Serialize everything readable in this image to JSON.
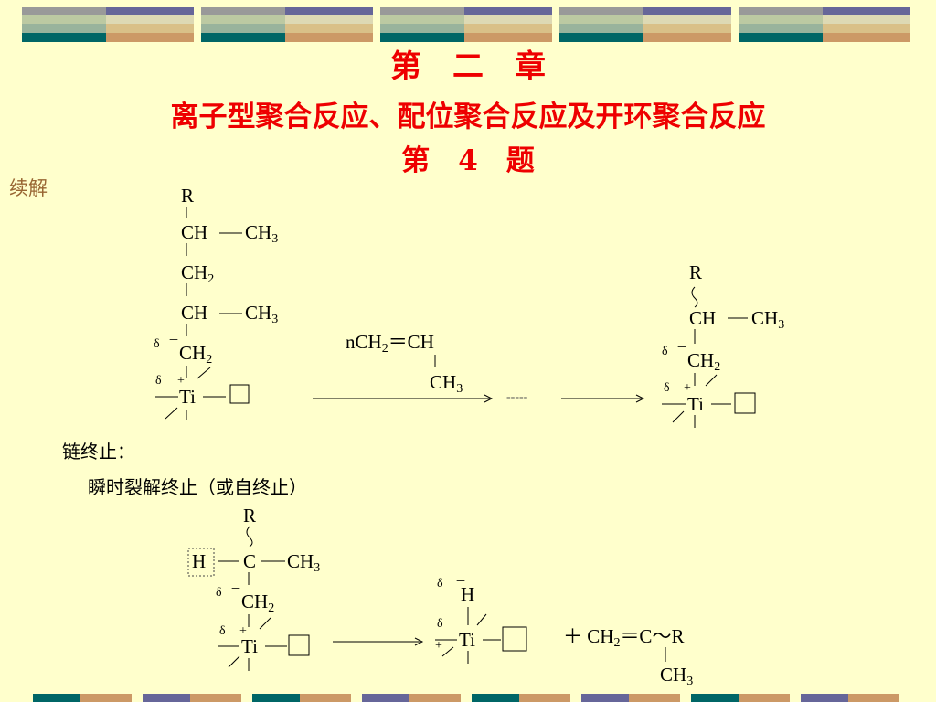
{
  "slide": {
    "chapter": "第　二　章",
    "subtitle": "离子型聚合反应、配位聚合反应及开环聚合反应",
    "problem": "第　4　题",
    "continue_label": "续解",
    "chain_termination": "链终止：",
    "instant_cleavage": "瞬时裂解终止（或自终止）"
  },
  "scheme1": {
    "left": {
      "r": "R",
      "ch1": "CH",
      "ch3_1": "CH",
      "ch3_1_sub": "3",
      "ch2_1": "CH",
      "ch2_1_sub": "2",
      "ch2": "CH",
      "ch3_2": "CH",
      "ch3_2_sub": "3",
      "ch2_2": "CH",
      "ch2_2_sub": "2",
      "ti": "Ti",
      "delta_minus": "δ",
      "minus": "－",
      "delta_plus": "δ",
      "plus": "+"
    },
    "monomer": {
      "n": "nCH",
      "ch2_sub": "2",
      "eq": "＝CH",
      "ch3": "CH",
      "ch3_sub": "3"
    },
    "dots": "-----",
    "right": {
      "r": "R",
      "ch": "CH",
      "ch3": "CH",
      "ch3_sub": "3",
      "ch2": "CH",
      "ch2_sub": "2",
      "ti": "Ti",
      "delta_minus": "δ",
      "minus": "－",
      "delta_plus": "δ",
      "plus": "+"
    }
  },
  "scheme2": {
    "left": {
      "r": "R",
      "h": "H",
      "c": "C",
      "ch3": "CH",
      "ch3_sub": "3",
      "ch2": "CH",
      "ch2_sub": "2",
      "ti": "Ti",
      "delta_minus": "δ",
      "minus": "－",
      "delta_plus": "δ",
      "plus": "+"
    },
    "middle": {
      "h": "H",
      "ti": "Ti",
      "delta_minus": "δ",
      "minus": "－",
      "delta_plus": "δ",
      "plus": "+"
    },
    "product": {
      "plus": "＋",
      "ch2": "CH",
      "ch2_sub": "2",
      "eq": "＝C～R",
      "ch3": "CH",
      "ch3_sub": "3"
    }
  },
  "colors": {
    "background": "#ffffcc",
    "title": "#ee0000",
    "continue": "#996633",
    "deco_teal": "#006666",
    "deco_purple": "#666699",
    "deco_tan": "#cc9966",
    "deco_gray": "#999999"
  }
}
